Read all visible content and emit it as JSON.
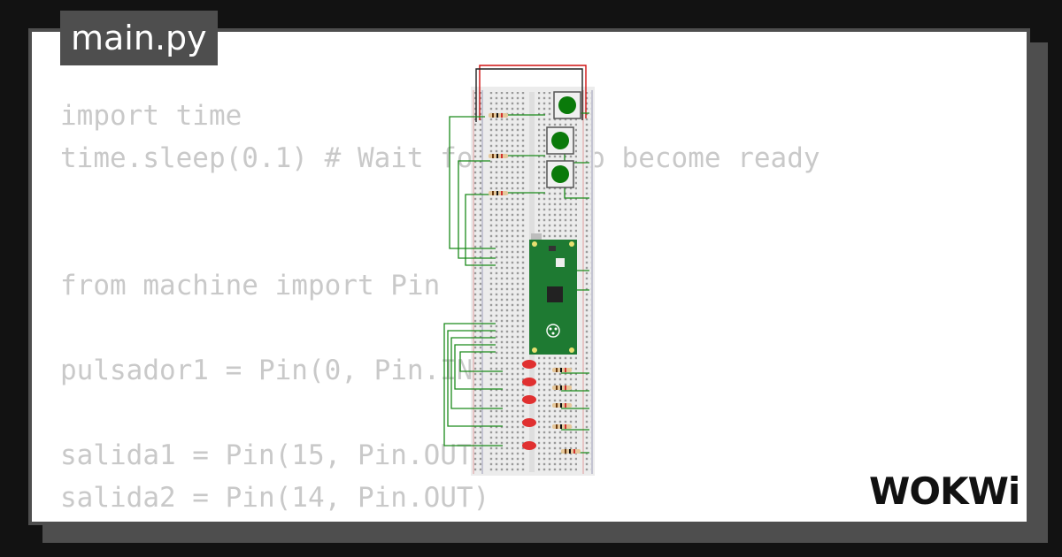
{
  "window": {
    "file_tab": "main.py"
  },
  "editor": {
    "code_lines": [
      "import time",
      "time.sleep(0.1) # Wait for USB to become ready",
      "",
      "",
      "from machine import Pin",
      "",
      "pulsador1 = Pin(0, Pin.IN)",
      "",
      "salida1 = Pin(15, Pin.OUT)",
      "salida2 = Pin(14, Pin.OUT)"
    ]
  },
  "brand": {
    "logo_text": "WOKWi"
  },
  "colors": {
    "background": "#121212",
    "frame": "#4e4e4e",
    "code_text": "#c9c9c9",
    "wire_green": "#1a8a1a",
    "wire_red": "#d01010",
    "board_green": "#1e7a32",
    "button_green": "#0a7a0a",
    "led_red": "#e03030"
  }
}
